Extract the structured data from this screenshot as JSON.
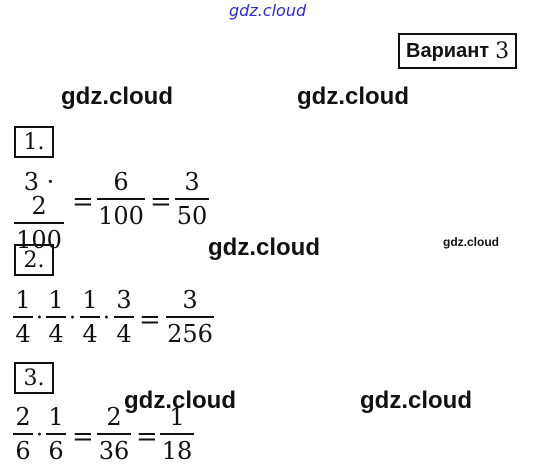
{
  "watermarks": {
    "top": "gdz.cloud",
    "w1": "gdz.cloud",
    "w2": "gdz.cloud",
    "w3": "gdz.cloud",
    "w4": "gdz.cloud",
    "w5": "gdz.cloud",
    "w6": "gdz.cloud"
  },
  "variant": {
    "label": "Вариант",
    "number": "3"
  },
  "tasks": [
    {
      "number": "1.",
      "expr": {
        "f1": {
          "num": "3 · 2",
          "den": "100"
        },
        "eq1": "=",
        "f2": {
          "num": "6",
          "den": "100"
        },
        "eq2": "=",
        "f3": {
          "num": "3",
          "den": "50"
        }
      }
    },
    {
      "number": "2.",
      "expr": {
        "f1": {
          "num": "1",
          "den": "4"
        },
        "f2": {
          "num": "1",
          "den": "4"
        },
        "f3": {
          "num": "1",
          "den": "4"
        },
        "f4": {
          "num": "3",
          "den": "4"
        },
        "dot": "·",
        "eq": "=",
        "f5": {
          "num": "3",
          "den": "256"
        }
      }
    },
    {
      "number": "3.",
      "expr": {
        "f1": {
          "num": "2",
          "den": "6"
        },
        "dot": "·",
        "f2": {
          "num": "1",
          "den": "6"
        },
        "eq1": "=",
        "f3": {
          "num": "2",
          "den": "36"
        },
        "eq2": "=",
        "f4": {
          "num": "1",
          "den": "18"
        }
      }
    }
  ]
}
